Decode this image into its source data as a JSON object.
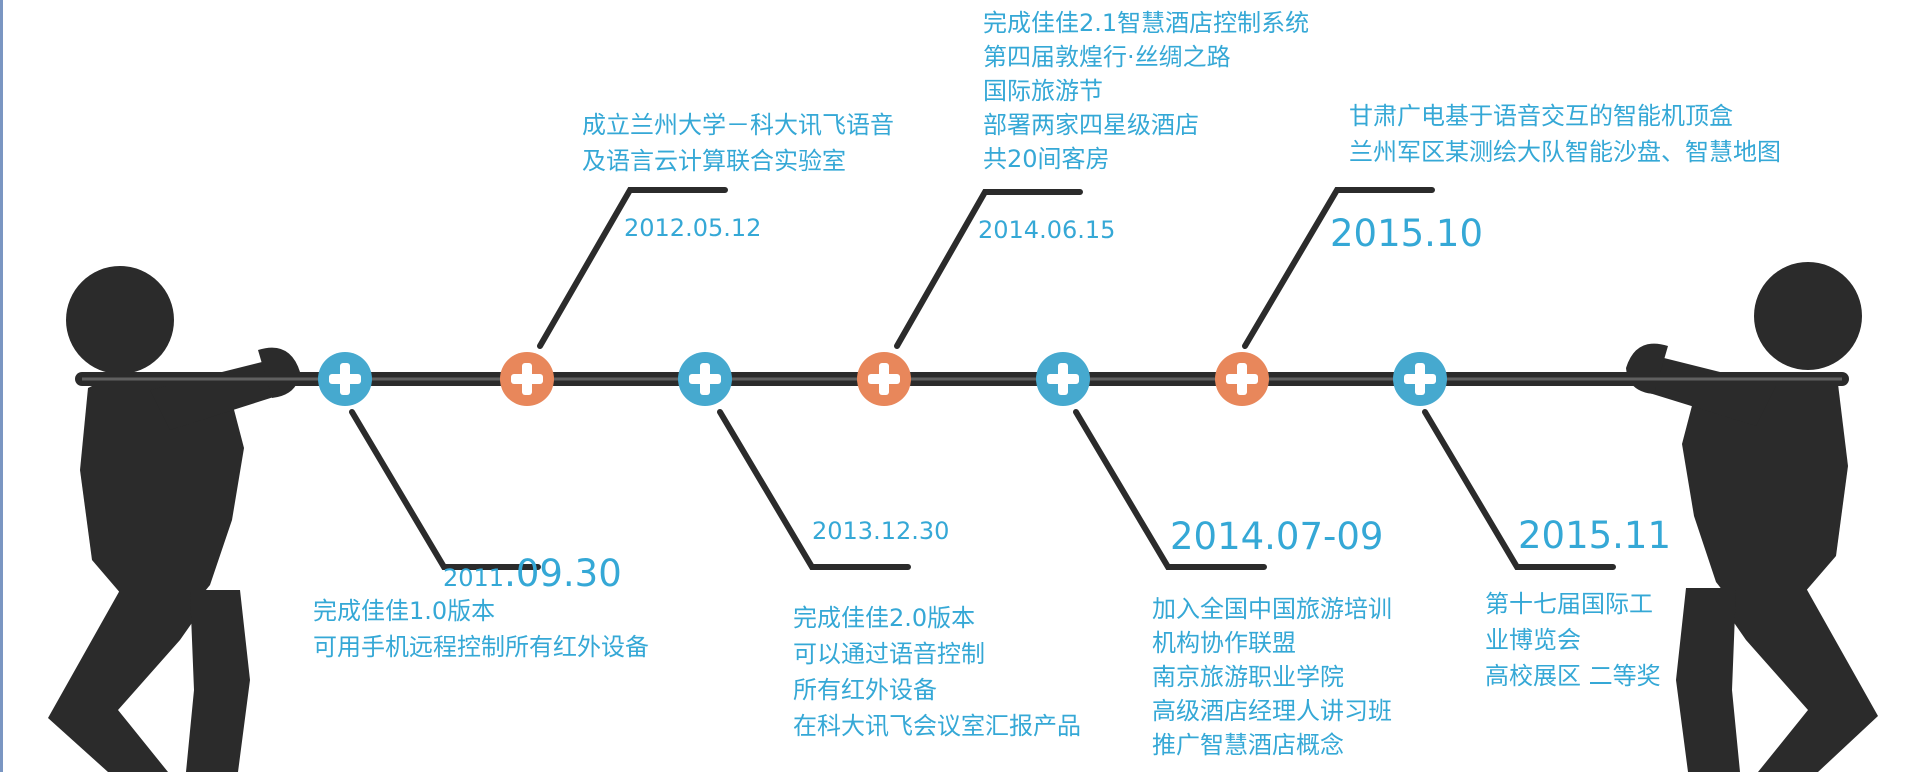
{
  "colors": {
    "text": "#35a8d6",
    "node_blue": "#46a9cf",
    "node_orange": "#e8875b",
    "rope": "#2b2b2b",
    "figure": "#2b2b2b"
  },
  "nodes": [
    {
      "icon": "plus-circle-icon",
      "color": "blue"
    },
    {
      "icon": "plus-circle-icon",
      "color": "orange"
    },
    {
      "icon": "plus-circle-icon",
      "color": "blue"
    },
    {
      "icon": "plus-circle-icon",
      "color": "orange"
    },
    {
      "icon": "plus-circle-icon",
      "color": "blue"
    },
    {
      "icon": "plus-circle-icon",
      "color": "orange"
    },
    {
      "icon": "plus-circle-icon",
      "color": "blue"
    }
  ],
  "events": [
    {
      "date_prefix": "2011",
      "date_rest": ".09.30",
      "desc": "完成佳佳1.0版本\n可用手机远程控制所有红外设备"
    },
    {
      "date": "2012.05.12",
      "desc": "成立兰州大学－科大讯飞语音\n及语言云计算联合实验室"
    },
    {
      "date": "2013.12.30",
      "desc": "完成佳佳2.0版本\n可以通过语音控制\n所有红外设备\n在科大讯飞会议室汇报产品"
    },
    {
      "date": "2014.06.15",
      "desc": "完成佳佳2.1智慧酒店控制系统\n第四届敦煌行·丝绸之路\n国际旅游节\n部署两家四星级酒店\n共20间客房"
    },
    {
      "date": "2014.07-09",
      "desc": "加入全国中国旅游培训\n机构协作联盟\n南京旅游职业学院\n高级酒店经理人讲习班\n推广智慧酒店概念"
    },
    {
      "date": "2015.10",
      "desc": "甘肃广电基于语音交互的智能机顶盒\n兰州军区某测绘大队智能沙盘、智慧地图"
    },
    {
      "date": "2015.11",
      "desc": "第十七届国际工\n业博览会\n高校展区 二等奖"
    }
  ]
}
